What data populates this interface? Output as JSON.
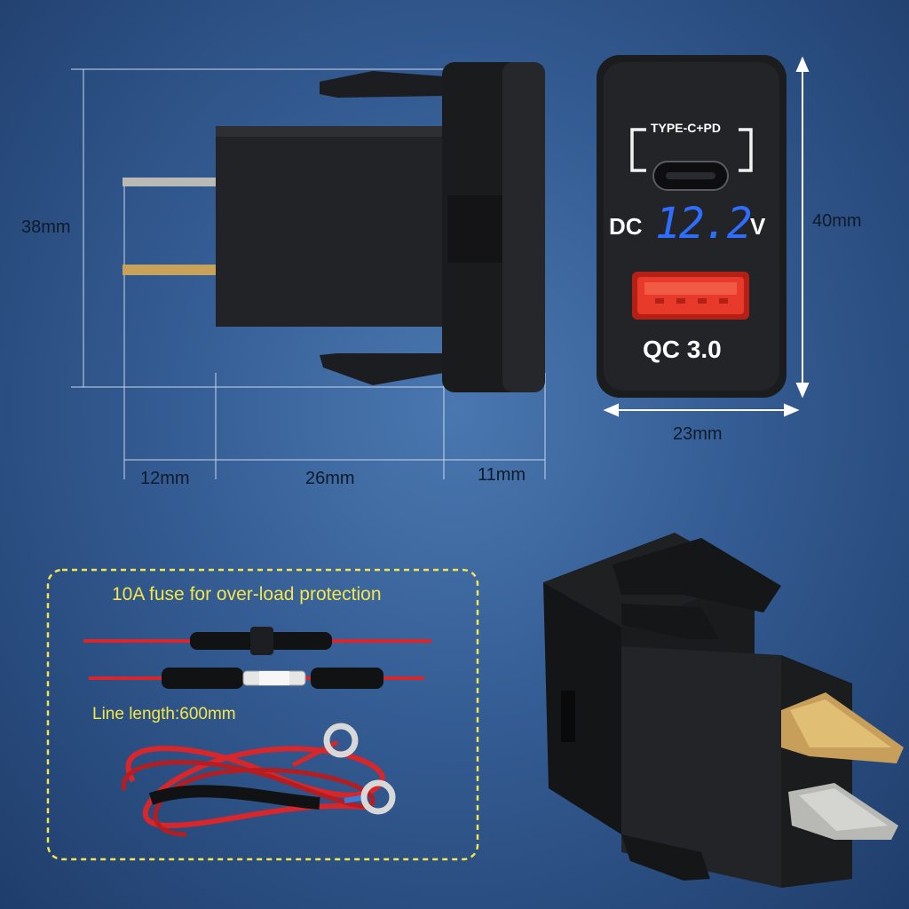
{
  "dimensions": {
    "height_side": "38mm",
    "height_front": "40mm",
    "width_front": "23mm",
    "pin_length": "12mm",
    "body_length": "26mm",
    "bezel_depth": "11mm"
  },
  "front_panel": {
    "usb_c_label": "TYPE-C+PD",
    "voltage_prefix": "DC",
    "voltage_reading": "12.2",
    "voltage_unit": "V",
    "usb_a_label": "QC 3.0"
  },
  "wiring_box": {
    "fuse_caption": "10A fuse for over-load protection",
    "line_caption": "Line length:600mm"
  },
  "colors": {
    "background": "#345c93",
    "caption_yellow": "#f4e64a",
    "display_blue": "#2f6dff",
    "usb_a_red": "#e83a2a",
    "wire_red": "#d8262a"
  }
}
